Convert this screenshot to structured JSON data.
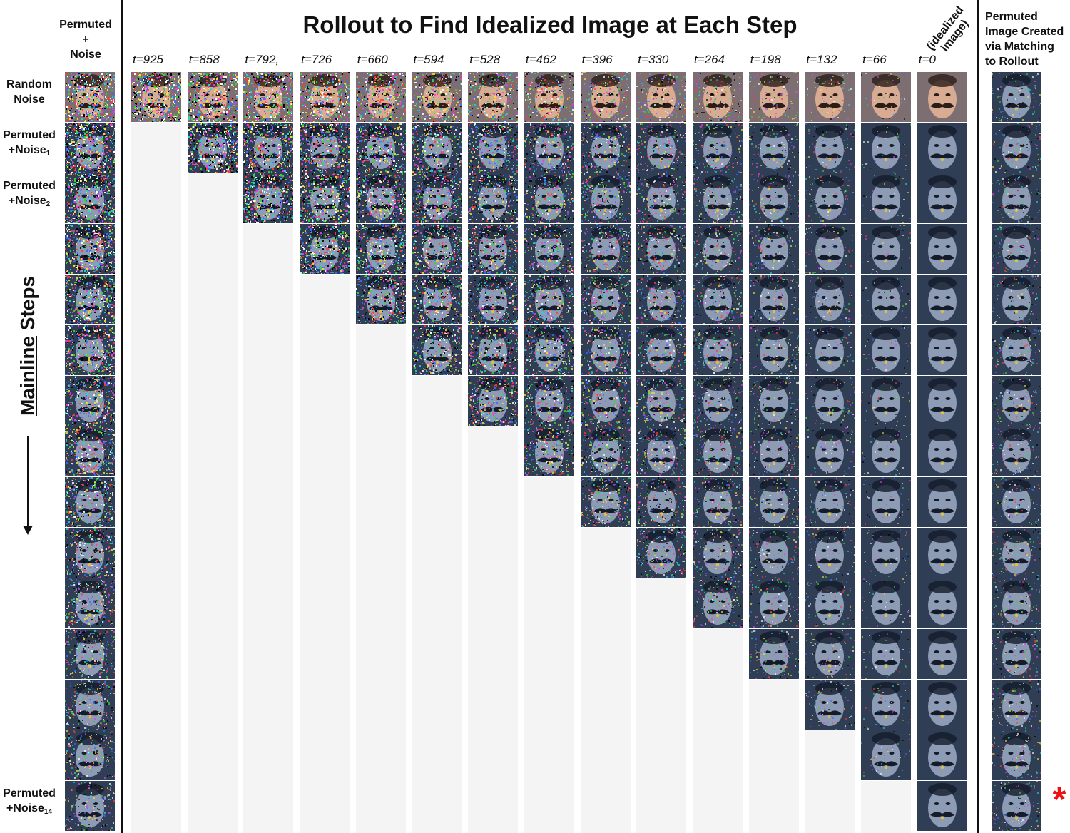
{
  "left_header": [
    "Permuted",
    "+",
    "Noise"
  ],
  "title": "Rollout to Find Idealized Image at Each Step",
  "right_header": [
    "Permuted",
    "Image Created",
    "via Matching",
    "to Rollout"
  ],
  "timesteps": [
    "t=925",
    "t=858",
    "t=792,",
    "t=726",
    "t=660",
    "t=594",
    "t=528",
    "t=462",
    "t=396",
    "t=330",
    "t=264",
    "t=198",
    "t=132",
    "t=66",
    "t=0"
  ],
  "idealized_label": [
    "(idealized",
    "image)"
  ],
  "row_labels": {
    "random_noise": [
      "Random",
      "Noise"
    ],
    "permuted_noise_1": {
      "text": "Permuted",
      "prefix": "+Noise",
      "sub": "1"
    },
    "permuted_noise_2": {
      "text": "Permuted",
      "prefix": "+Noise",
      "sub": "2"
    },
    "permuted_noise_14": {
      "text": "Permuted",
      "prefix": "+Noise",
      "sub": "14"
    }
  },
  "vertical_label": {
    "underlined": "Mainline",
    "rest": " Steps"
  },
  "marker": "*",
  "colors": {
    "marker": "#ee1111",
    "empty_cell": "#f4f4f4",
    "divider": "#111111"
  },
  "rows": 15,
  "columns": 15
}
